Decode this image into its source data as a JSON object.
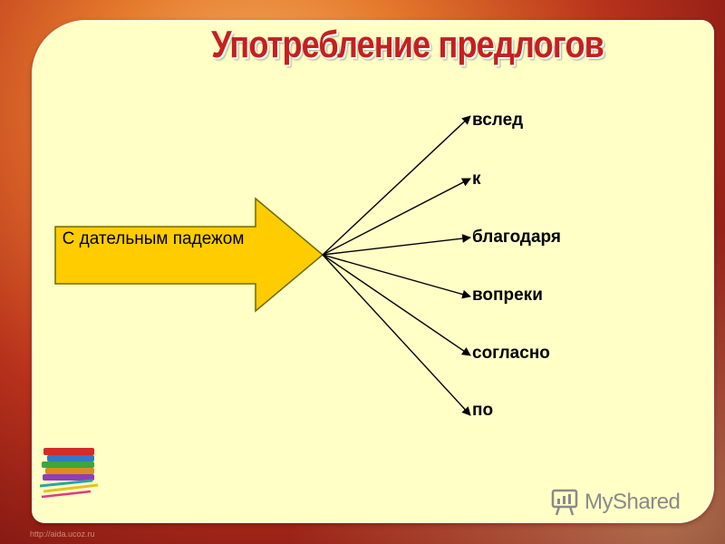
{
  "title": "Употребление предлогов",
  "source_label": "С дательным падежом",
  "prepositions": [
    "вслед",
    "к",
    "благодаря",
    "вопреки",
    "согласно",
    "по"
  ],
  "watermark": "MyShared",
  "footer_url": "http://aida.ucoz.ru",
  "colors": {
    "title": "#c4201f",
    "panel": "#ffffc6",
    "arrow_fill": "#ffcc00",
    "arrow_stroke": "#6b6b00"
  },
  "icons": [
    "books-icon",
    "myshared-logo-icon"
  ]
}
